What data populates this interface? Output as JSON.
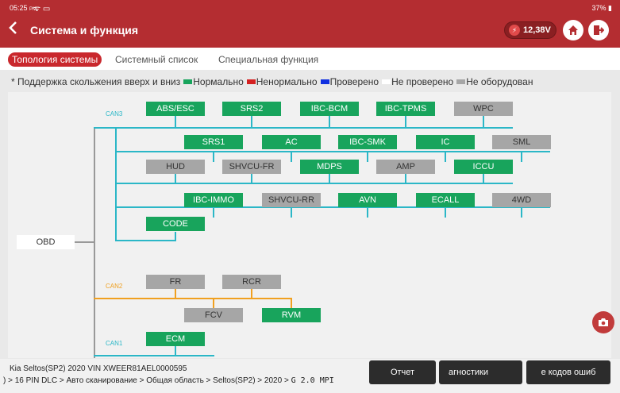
{
  "status": {
    "time": "05:25",
    "time_suffix": "PM",
    "icons": "ᯤ ▭",
    "battery": "37% ▮"
  },
  "header": {
    "title": "Система и функция",
    "voltage": "12,38V"
  },
  "tabs": [
    {
      "label": "Топология системы"
    },
    {
      "label": "Системный список"
    },
    {
      "label": "Специальная функция"
    }
  ],
  "legend": {
    "note": "* Поддержка скольжения вверх и вниз",
    "items": [
      {
        "label": "Нормально",
        "color": "#18a45c"
      },
      {
        "label": "Ненормально",
        "color": "#d42020"
      },
      {
        "label": "Проверено",
        "color": "#1030e0"
      },
      {
        "label": "Не проверено",
        "color": "#ffffff"
      },
      {
        "label": "Не оборудован",
        "color": "#a6a6a6"
      }
    ]
  },
  "topology": {
    "obd": "OBD",
    "buses": [
      {
        "name": "CAN3",
        "color": "#2bb7c7"
      },
      {
        "name": "CAN2",
        "color": "#f0a020"
      },
      {
        "name": "CAN1",
        "color": "#2bb7c7"
      }
    ],
    "nodes": {
      "abs": "ABS/ESC",
      "srs2": "SRS2",
      "ibcbcm": "IBC-BCM",
      "ibctpms": "IBC-TPMS",
      "wpc": "WPC",
      "srs1": "SRS1",
      "ac": "AC",
      "ibcsmk": "IBC-SMK",
      "ic": "IC",
      "sml": "SML",
      "hud": "HUD",
      "shvcufr": "SHVCU-FR",
      "mdps": "MDPS",
      "amp": "AMP",
      "iccu": "ICCU",
      "ibcimmo": "IBC-IMMO",
      "shvcurr": "SHVCU-RR",
      "avn": "AVN",
      "ecall": "ECALL",
      "4wd": "4WD",
      "code": "CODE",
      "fr": "FR",
      "rcr": "RCR",
      "fcv": "FCV",
      "rvm": "RVM",
      "ecm": "ECM"
    }
  },
  "footer": {
    "vehicle": "Kia  Seltos(SP2)  2020  VIN  XWEER81AEL0000595",
    "path": ") > 16 PIN DLC > Авто сканирование > Общая область > Seltos(SP2) > 2020 > ",
    "engine": "G 2.0 MPI",
    "buttons": [
      {
        "label": "Отчет"
      },
      {
        "label": "агностики"
      },
      {
        "label": "е кодов ошиб"
      }
    ]
  }
}
